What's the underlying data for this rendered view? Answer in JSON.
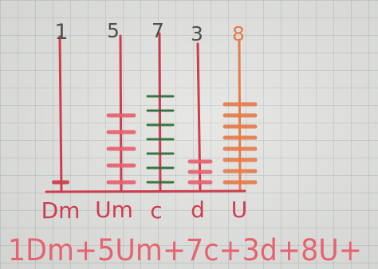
{
  "photo": {
    "paper_color": "#e2e3df",
    "grid_color": "#9ba3a9",
    "ink_colors": {
      "red": "#cf3d4d",
      "pink": "#e6636f",
      "green": "#2f6a35",
      "orange": "#e57c4c",
      "gray": "#4f4f4f"
    }
  },
  "abacus": {
    "digits": [
      "1",
      "5",
      "7",
      "3",
      "8"
    ],
    "place_labels": [
      "Dm",
      "Um",
      "c",
      "d",
      "U"
    ],
    "bead_counts": [
      1,
      5,
      7,
      3,
      8
    ],
    "expression": "1Dm+5Um+7c+3d+8U+"
  }
}
